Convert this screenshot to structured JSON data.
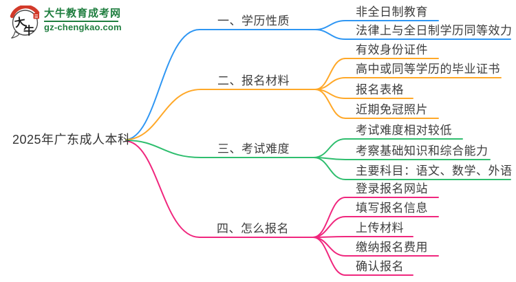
{
  "logo": {
    "icon_char_top": "大",
    "icon_char_bottom": "牛",
    "site_name": "大牛教育成考网",
    "site_url": "gz-chengkao.com",
    "brand_green": "#1f7e3f",
    "icon_red": "#d23a2a"
  },
  "root": {
    "label": "2025年广东成人本科"
  },
  "branches": [
    {
      "label": "一、学历性质",
      "color": "#2e96f3",
      "children": [
        "非全日制教育",
        "法律上与全日制学历同等效力"
      ]
    },
    {
      "label": "二、报名材料",
      "color": "#ffa828",
      "children": [
        "有效身份证件",
        "高中或同等学历的毕业证书",
        "报名表格",
        "近期免冠照片"
      ]
    },
    {
      "label": "三、考试难度",
      "color": "#2ebe6e",
      "children": [
        "考试难度相对较低",
        "考察基础知识和综合能力",
        "主要科目：语文、数学、外语"
      ]
    },
    {
      "label": "四、怎么报名",
      "color": "#f0267d",
      "children": [
        "登录报名网站",
        "填写报名信息",
        "上传材料",
        "缴纳报名费用",
        "确认报名"
      ]
    }
  ]
}
